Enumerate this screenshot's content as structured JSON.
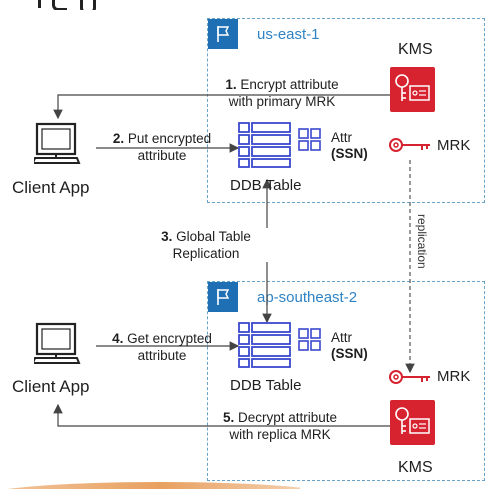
{
  "regions": {
    "top": {
      "label": "us-east-1"
    },
    "bottom": {
      "label": "ap-southeast-2"
    }
  },
  "kms_top": {
    "title": "KMS"
  },
  "kms_bottom": {
    "title": "KMS"
  },
  "mrk_top": {
    "label": "MRK"
  },
  "mrk_bottom": {
    "label": "MRK"
  },
  "client_top": {
    "label": "Client App"
  },
  "client_bottom": {
    "label": "Client App"
  },
  "ddb_top": {
    "label": "DDB Table",
    "attr_line1": "Attr",
    "attr_line2": "(SSN)"
  },
  "ddb_bottom": {
    "label": "DDB Table",
    "attr_line1": "Attr",
    "attr_line2": "(SSN)"
  },
  "steps": {
    "s1": {
      "num": "1.",
      "line1": "Encrypt attribute",
      "line2": "with primary MRK"
    },
    "s2": {
      "num": "2.",
      "line1": "Put encrypted",
      "line2": "attribute"
    },
    "s3": {
      "num": "3.",
      "line1": "Global Table",
      "line2": "Replication"
    },
    "s4": {
      "num": "4.",
      "line1": "Get encrypted",
      "line2": "attribute"
    },
    "s5": {
      "num": "5.",
      "line1": "Decrypt attribute",
      "line2": "with replica MRK"
    }
  },
  "replication_label": "replication",
  "colors": {
    "region_border": "#6aa3c8",
    "region_label": "#2f83c4",
    "flag": "#1f6fb5",
    "kms": "#d6232f",
    "ddb": "#3b48cc"
  }
}
